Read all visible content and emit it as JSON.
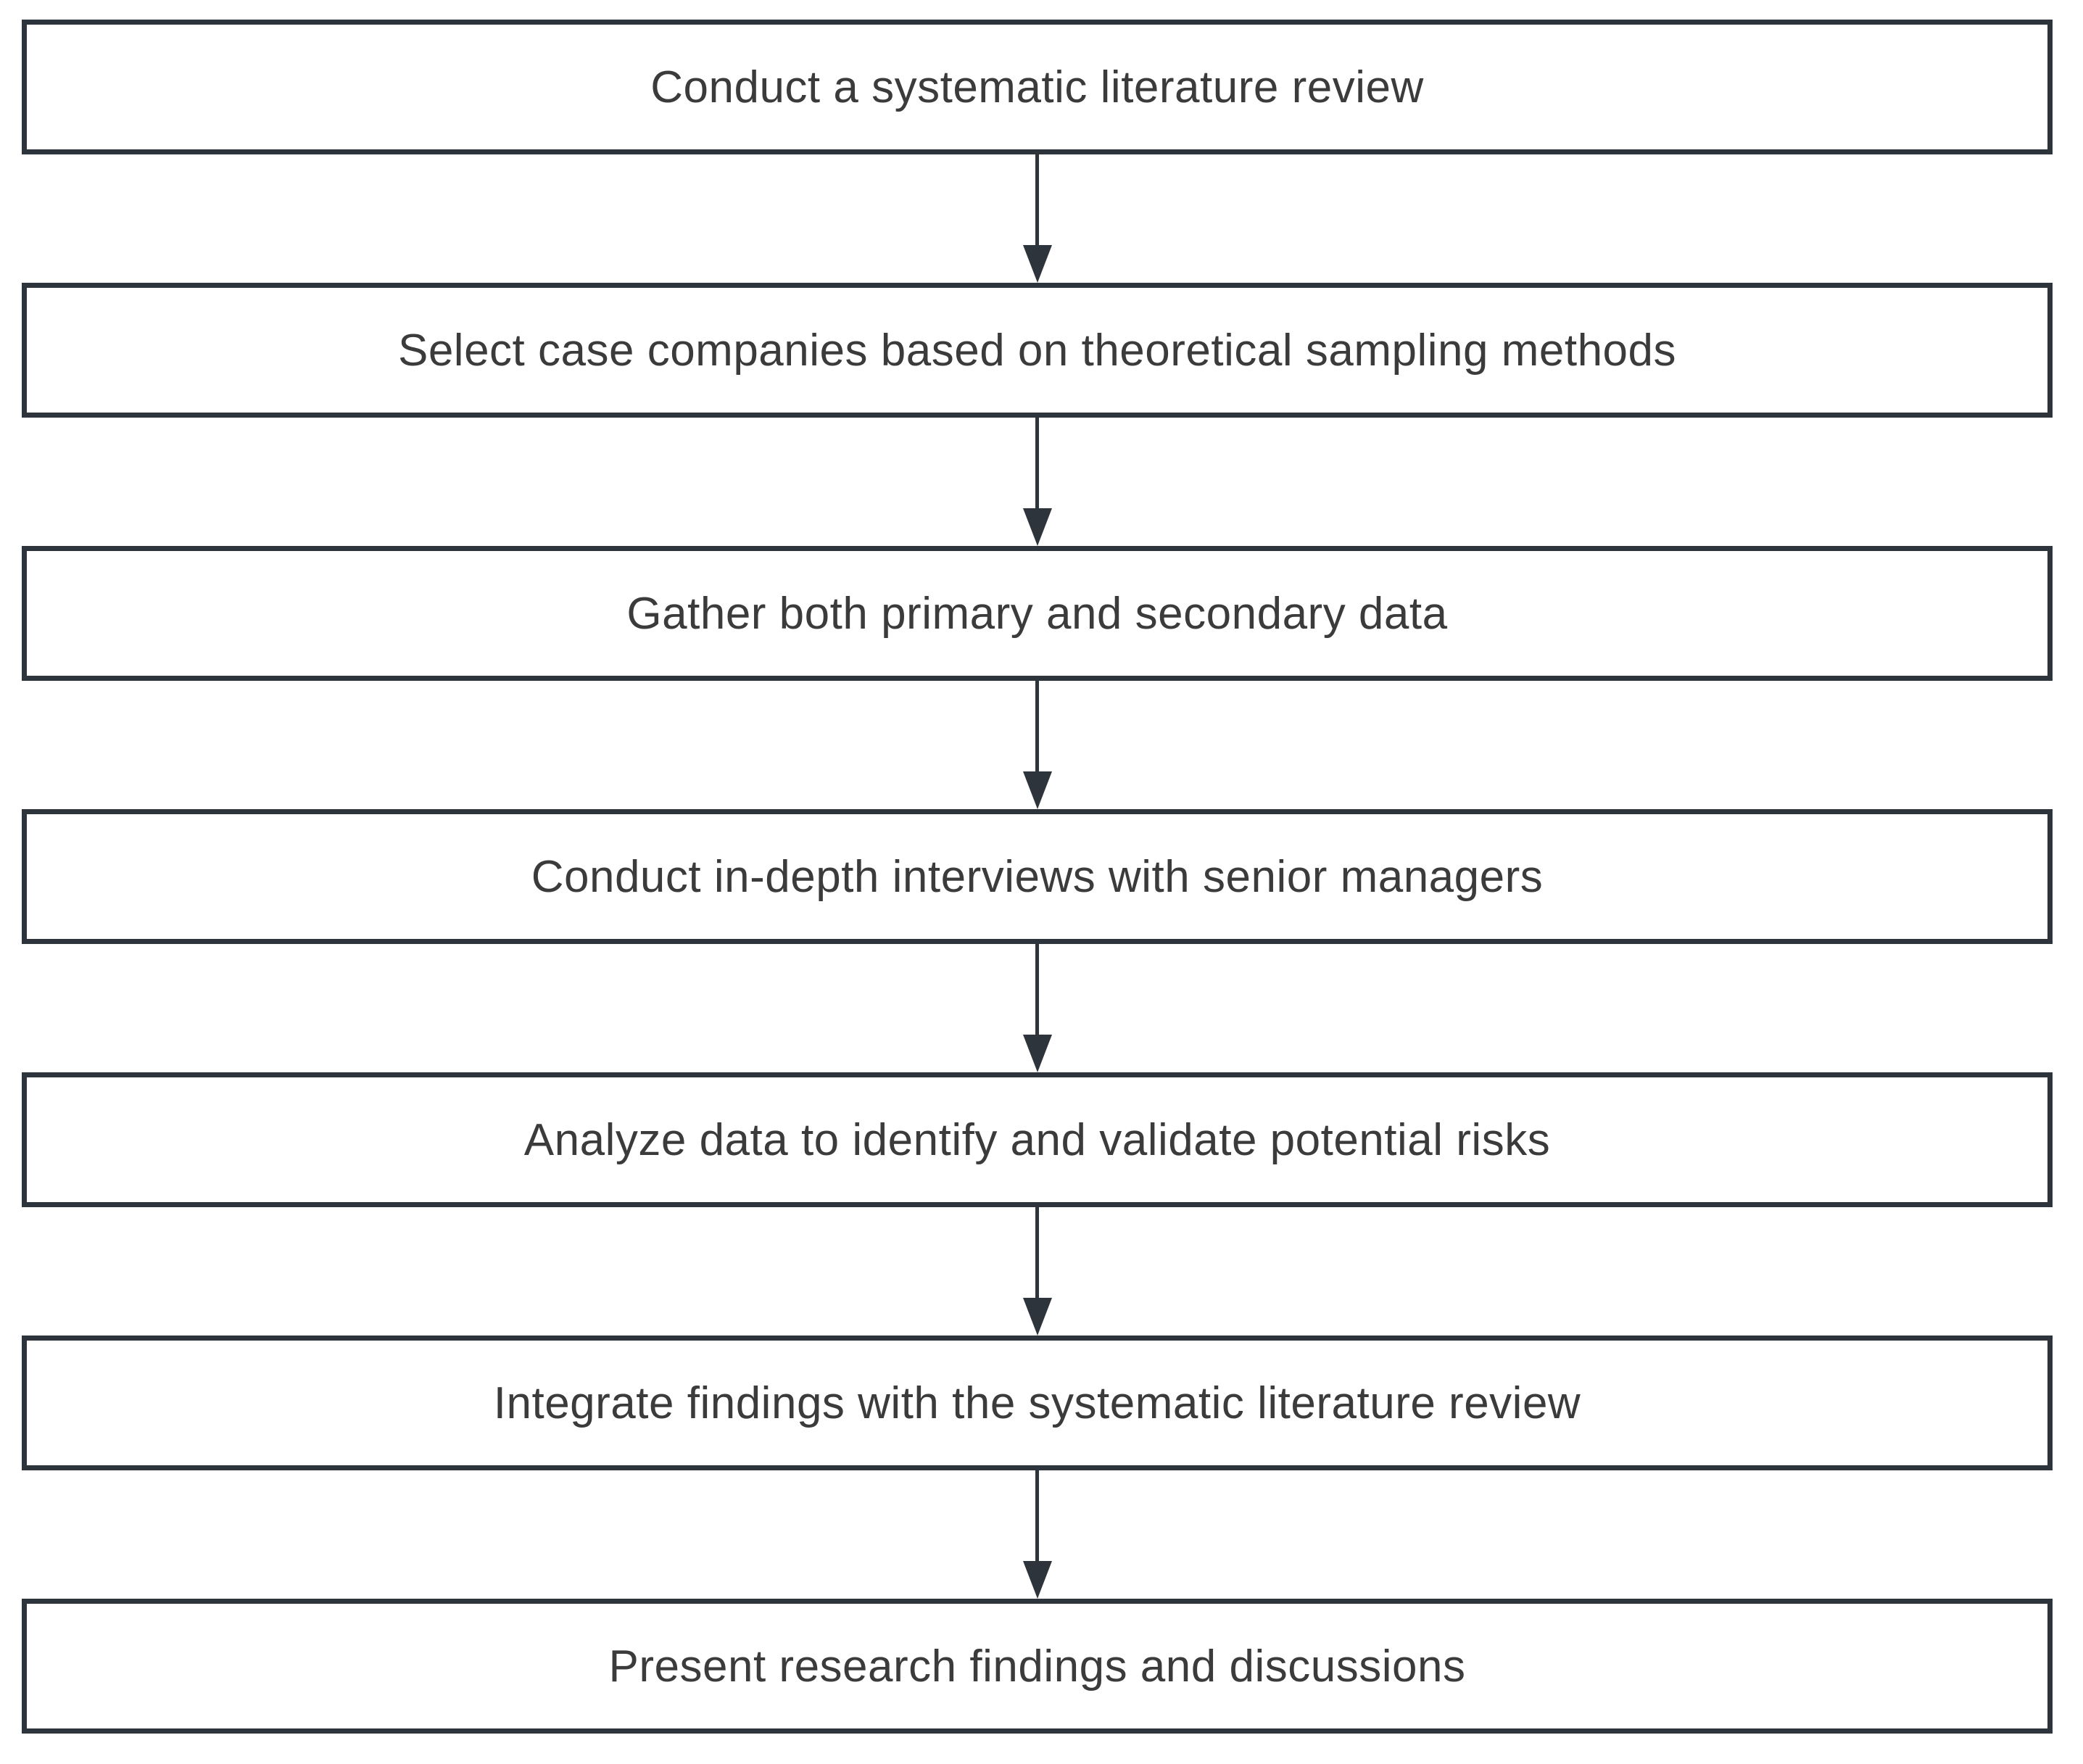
{
  "diagram": {
    "type": "flowchart",
    "direction": "top-to-bottom",
    "steps": [
      {
        "label": "Conduct a systematic literature review"
      },
      {
        "label": "Select case companies based on theoretical sampling methods"
      },
      {
        "label": "Gather both primary and secondary data"
      },
      {
        "label": "Conduct in-depth interviews with senior managers"
      },
      {
        "label": "Analyze data to identify and validate potential risks"
      },
      {
        "label": "Integrate findings with the systematic literature review"
      },
      {
        "label": "Present research findings and discussions"
      }
    ]
  },
  "colors": {
    "background": "#ffffff",
    "box_border": "#2e343b",
    "arrow": "#2e343b",
    "text": "#3b3b3b"
  }
}
